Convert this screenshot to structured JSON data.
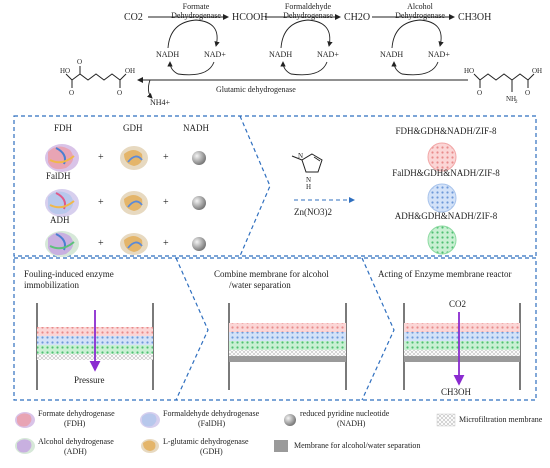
{
  "reaction": {
    "co2": "CO2",
    "hcooh": "HCOOH",
    "ch2o": "CH2O",
    "ch3oh": "CH3OH",
    "fdh_label_1": "Formate",
    "fdh_label_2": "Dehydrogenase",
    "faldh_label_1": "Formaldehyde",
    "faldh_label_2": "Dehydrogenase",
    "adh_label_1": "Alcohol",
    "adh_label_2": "Dehydrogenase",
    "nadh": "NADH",
    "nad": "NAD+",
    "nh4": "NH4+",
    "gdh_label": "Glutamic dehydrogenase"
  },
  "middle": {
    "fdh": "FDH",
    "gdh": "GDH",
    "nadh": "NADH",
    "faldh": "FalDH",
    "adh": "ADH",
    "plus": "+",
    "zn": "Zn(NO3)2",
    "product1": "FDH&GDH&NADH/ZIF-8",
    "product2": "FalDH&GDH&NADH/ZIF-8",
    "product3": "ADH&GDH&NADH/ZIF-8"
  },
  "bottom": {
    "step1_line1": "Fouling-induced enzyme",
    "step1_line2": "immobilization",
    "step2_line1": "Combine membrane for alcohol",
    "step2_line2": "/water separation",
    "step3": "Acting of Enzyme membrane reactor",
    "pressure": "Pressure",
    "co2": "CO2",
    "ch3oh": "CH3OH"
  },
  "legend": {
    "fdh_1": "Formate dehydrogenase",
    "fdh_2": "(FDH)",
    "faldh_1": "Formaldehyde dehydrogenase",
    "faldh_2": "(FalDH)",
    "nadh_1": "reduced pyridine nucleotide",
    "nadh_2": "(NADH)",
    "micro": "Microfiltration membrane",
    "adh_1": "Alcohol dehydrogenase",
    "adh_2": "(ADH)",
    "gdh_1": "L-glutamic dehydrogenase",
    "gdh_2": "(GDH)",
    "membrane": "Membrane for alcohol/water separation"
  },
  "colors": {
    "frame": "#2f6fbf",
    "fdh": "#f2a7a7",
    "faldh": "#a9c4ec",
    "adh": "#8fdba3",
    "arrow": "#8a2bd0"
  }
}
